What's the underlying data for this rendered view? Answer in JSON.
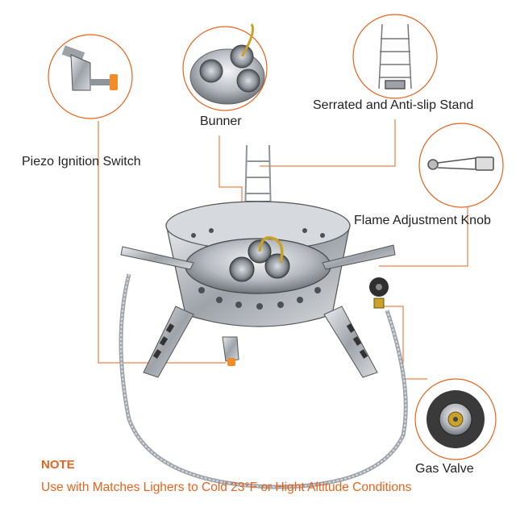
{
  "labels": {
    "burner": "Bunner",
    "stand": "Serrated  and  Anti-slip Stand",
    "piezo": "Piezo Ignition Switch",
    "knob": "Flame Adjustment Knob",
    "valve": "Gas Valve"
  },
  "note": {
    "title": "NOTE",
    "text": "Use with Matches Lighers  to  Cold 23°F or Hight  Altitude Conditions"
  },
  "colors": {
    "accent": "#e8631c",
    "callout_line": "#e8631c",
    "metal": "#b8bcc2",
    "text": "#222222"
  },
  "icons": {
    "burner_callout": "burner-closeup-icon",
    "stand_callout": "stand-closeup-icon",
    "piezo_callout": "piezo-closeup-icon",
    "knob_callout": "knob-closeup-icon",
    "valve_callout": "valve-closeup-icon",
    "product": "camping-stove-icon"
  }
}
